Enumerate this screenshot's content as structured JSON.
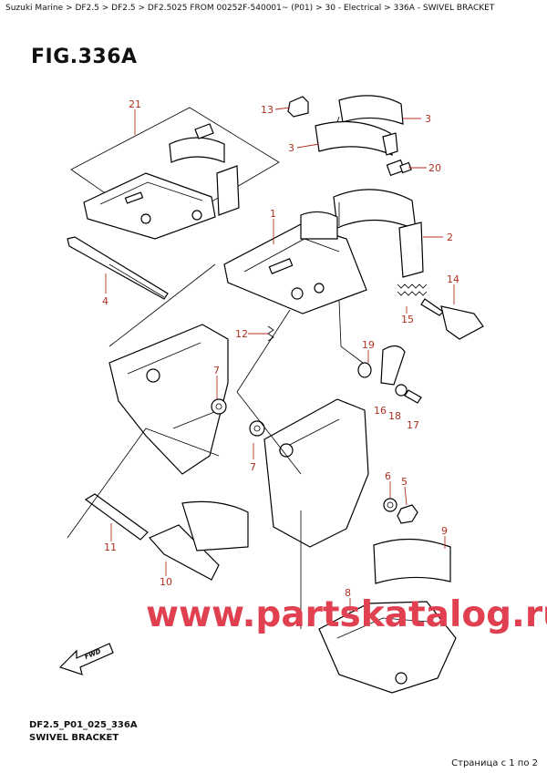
{
  "breadcrumb": {
    "items": [
      "Suzuki Marine",
      "DF2.5",
      "DF2.5",
      "DF2.5025 FROM 00252F-540001~ (P01)",
      "30 - Electrical",
      "336A - SWIVEL BRACKET"
    ],
    "separator": ">"
  },
  "figure": {
    "title": "FIG.336A",
    "code": "DF2.5_P01_025_336A",
    "name": "SWIVEL BRACKET"
  },
  "callouts": [
    "21",
    "13",
    "3",
    "3",
    "20",
    "1",
    "2",
    "4",
    "14",
    "15",
    "12",
    "19",
    "7",
    "16",
    "18",
    "17",
    "7",
    "6",
    "5",
    "9",
    "11",
    "10",
    "8"
  ],
  "fwd_label": "FWD",
  "watermark": "www.partskatalog.ru",
  "pagination": "Страница с 1 по 2",
  "colors": {
    "callout": "#b03020",
    "watermark": "#e04050"
  }
}
